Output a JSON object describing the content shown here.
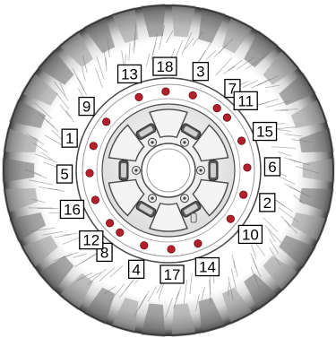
{
  "diagram": {
    "colors": {
      "tire_dark": "#3a3a3a",
      "tire_mid": "#8a8a8a",
      "tire_light": "#f2f2f2",
      "rim_outline": "#4a4a4a",
      "rim_fill": "#ffffff",
      "bolt": "#b3202c",
      "label_border": "#000000",
      "label_text": "#000000"
    },
    "tightening_sequence": [
      {
        "label": "1",
        "bolt_angle_deg": 198
      },
      {
        "label": "2",
        "bolt_angle_deg": 18
      },
      {
        "label": "3",
        "bolt_angle_deg": 288
      },
      {
        "label": "4",
        "bolt_angle_deg": 108
      },
      {
        "label": "5",
        "bolt_angle_deg": 178
      },
      {
        "label": "6",
        "bolt_angle_deg": 358
      },
      {
        "label": "7",
        "bolt_angle_deg": 308
      },
      {
        "label": "8",
        "bolt_angle_deg": 128
      },
      {
        "label": "9",
        "bolt_angle_deg": 218
      },
      {
        "label": "10",
        "bolt_angle_deg": 38
      },
      {
        "label": "11",
        "bolt_angle_deg": 318
      },
      {
        "label": "12",
        "bolt_angle_deg": 138
      },
      {
        "label": "13",
        "bolt_angle_deg": 248
      },
      {
        "label": "14",
        "bolt_angle_deg": 68
      },
      {
        "label": "15",
        "bolt_angle_deg": 338
      },
      {
        "label": "16",
        "bolt_angle_deg": 158
      },
      {
        "label": "17",
        "bolt_angle_deg": 88
      },
      {
        "label": "18",
        "bolt_angle_deg": 268
      }
    ]
  }
}
